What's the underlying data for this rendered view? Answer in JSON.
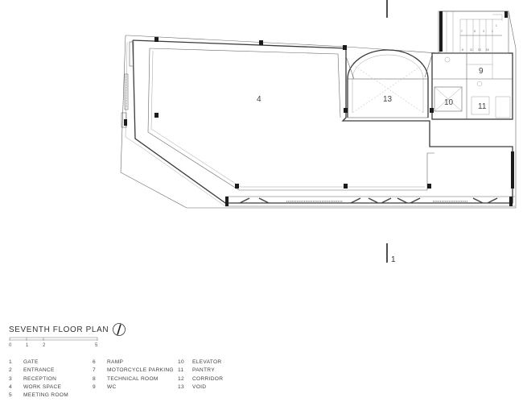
{
  "plan": {
    "title": "SEVENTH FLOOR PLAN",
    "room_numbers": {
      "r4": "4",
      "r9": "9",
      "r10": "10",
      "r11": "11",
      "r13": "13"
    },
    "section_marker": "1",
    "stair_steps": [
      "7",
      "5",
      "3",
      "1",
      "8",
      "11",
      "13",
      "15"
    ],
    "stair_up_label": "1"
  },
  "scale": {
    "ticks": [
      "0",
      "1",
      "2",
      "5"
    ]
  },
  "legend": [
    {
      "num": "1",
      "label": "GATE"
    },
    {
      "num": "2",
      "label": "ENTRANCE"
    },
    {
      "num": "3",
      "label": "RECEPTION"
    },
    {
      "num": "4",
      "label": "WORK SPACE"
    },
    {
      "num": "5",
      "label": "MEETING ROOM"
    },
    {
      "num": "6",
      "label": "RAMP"
    },
    {
      "num": "7",
      "label": "MOTORCYCLE PARKING"
    },
    {
      "num": "8",
      "label": "TECHNICAL ROOM"
    },
    {
      "num": "9",
      "label": "WC"
    },
    {
      "num": "10",
      "label": "ELEVATOR"
    },
    {
      "num": "11",
      "label": "PANTRY"
    },
    {
      "num": "12",
      "label": "CORRIDOR"
    },
    {
      "num": "13",
      "label": "VOID"
    }
  ],
  "colors": {
    "wall": "#3a3a3a",
    "column": "#1c1c1c",
    "text": "#333333"
  }
}
